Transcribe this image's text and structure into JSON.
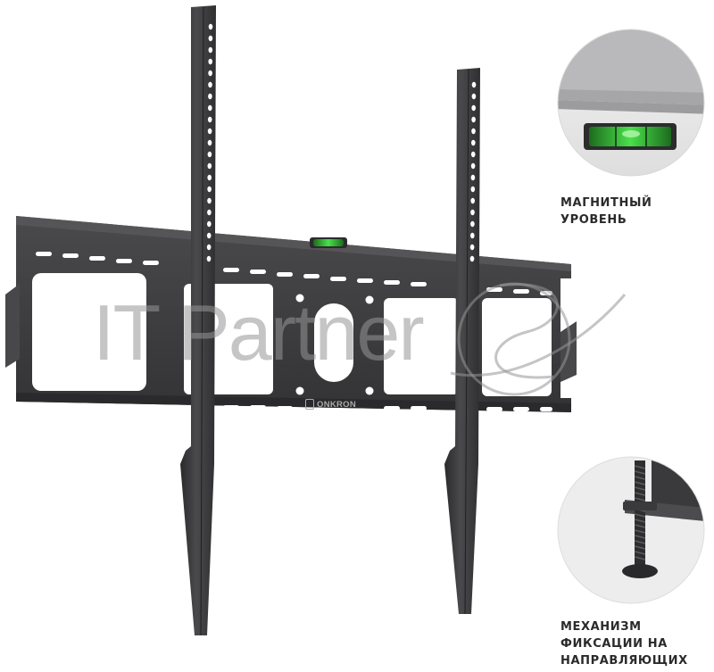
{
  "captions": {
    "level": [
      "МАГНИТНЫЙ",
      "УРОВЕНЬ"
    ],
    "mechanism": [
      "МЕХАНИЗМ",
      "ФИКСАЦИИ НА",
      "НАПРАВЛЯЮЩИХ"
    ]
  },
  "brand_label": "ONKRON",
  "watermark_text": "IT Partner",
  "colors": {
    "metal": "#3f3f41",
    "metal_dark": "#2b2b2d",
    "metal_light": "#5a5a5c",
    "level_green": "#3cd43f",
    "circle_bg": "#e9e9ea",
    "watermark": "#9a9a9a"
  }
}
